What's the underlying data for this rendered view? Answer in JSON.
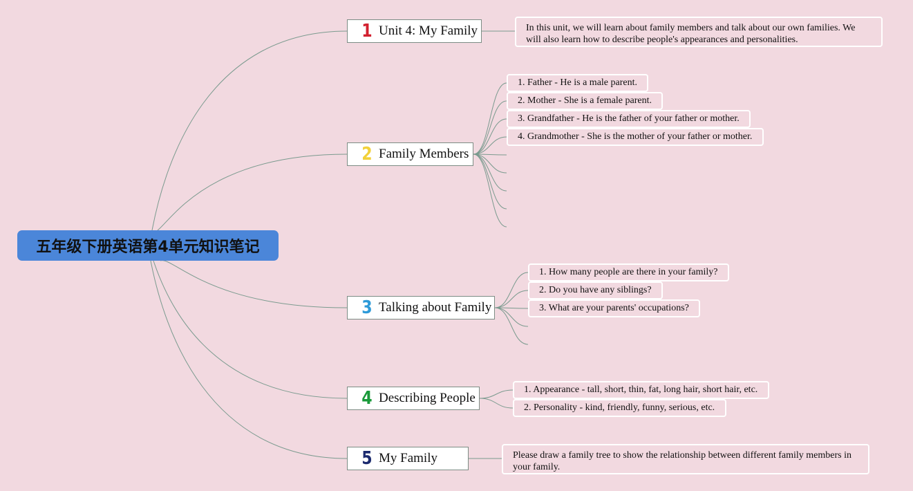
{
  "root": {
    "title": "五年级下册英语第4单元知识笔记"
  },
  "colors": {
    "background": "#f2d9e0",
    "root_fill": "#4b86d9",
    "line": "#7a9a8e",
    "num1": "#d2202f",
    "num2": "#f2d13a",
    "num3": "#2e9ad8",
    "num4": "#1a9a3a",
    "num5": "#1b2a6e"
  },
  "branches": [
    {
      "num": "1",
      "label": "Unit 4: My Family",
      "leaves": [
        "In this unit, we will learn about family members and talk about our own families. We will also learn how to describe people's appearances and personalities."
      ]
    },
    {
      "num": "2",
      "label": "Family Members",
      "leaves": [
        "1. Father - He is a male parent.",
        "2. Mother - She is a female parent.",
        "3. Grandfather - He is the father of your father or mother.",
        "4. Grandmother - She is the mother of your father or mother."
      ]
    },
    {
      "num": "3",
      "label": "Talking about Family",
      "leaves": [
        "1. How many people are there in your family?",
        "2. Do you have any siblings?",
        "3. What are your parents' occupations?"
      ]
    },
    {
      "num": "4",
      "label": "Describing People",
      "leaves": [
        "1. Appearance - tall, short, thin, fat, long hair, short hair, etc.",
        "2. Personality - kind, friendly, funny, serious, etc."
      ]
    },
    {
      "num": "5",
      "label": "My Family",
      "leaves": [
        "Please draw a family tree to show the relationship between different family members in your family."
      ]
    }
  ]
}
